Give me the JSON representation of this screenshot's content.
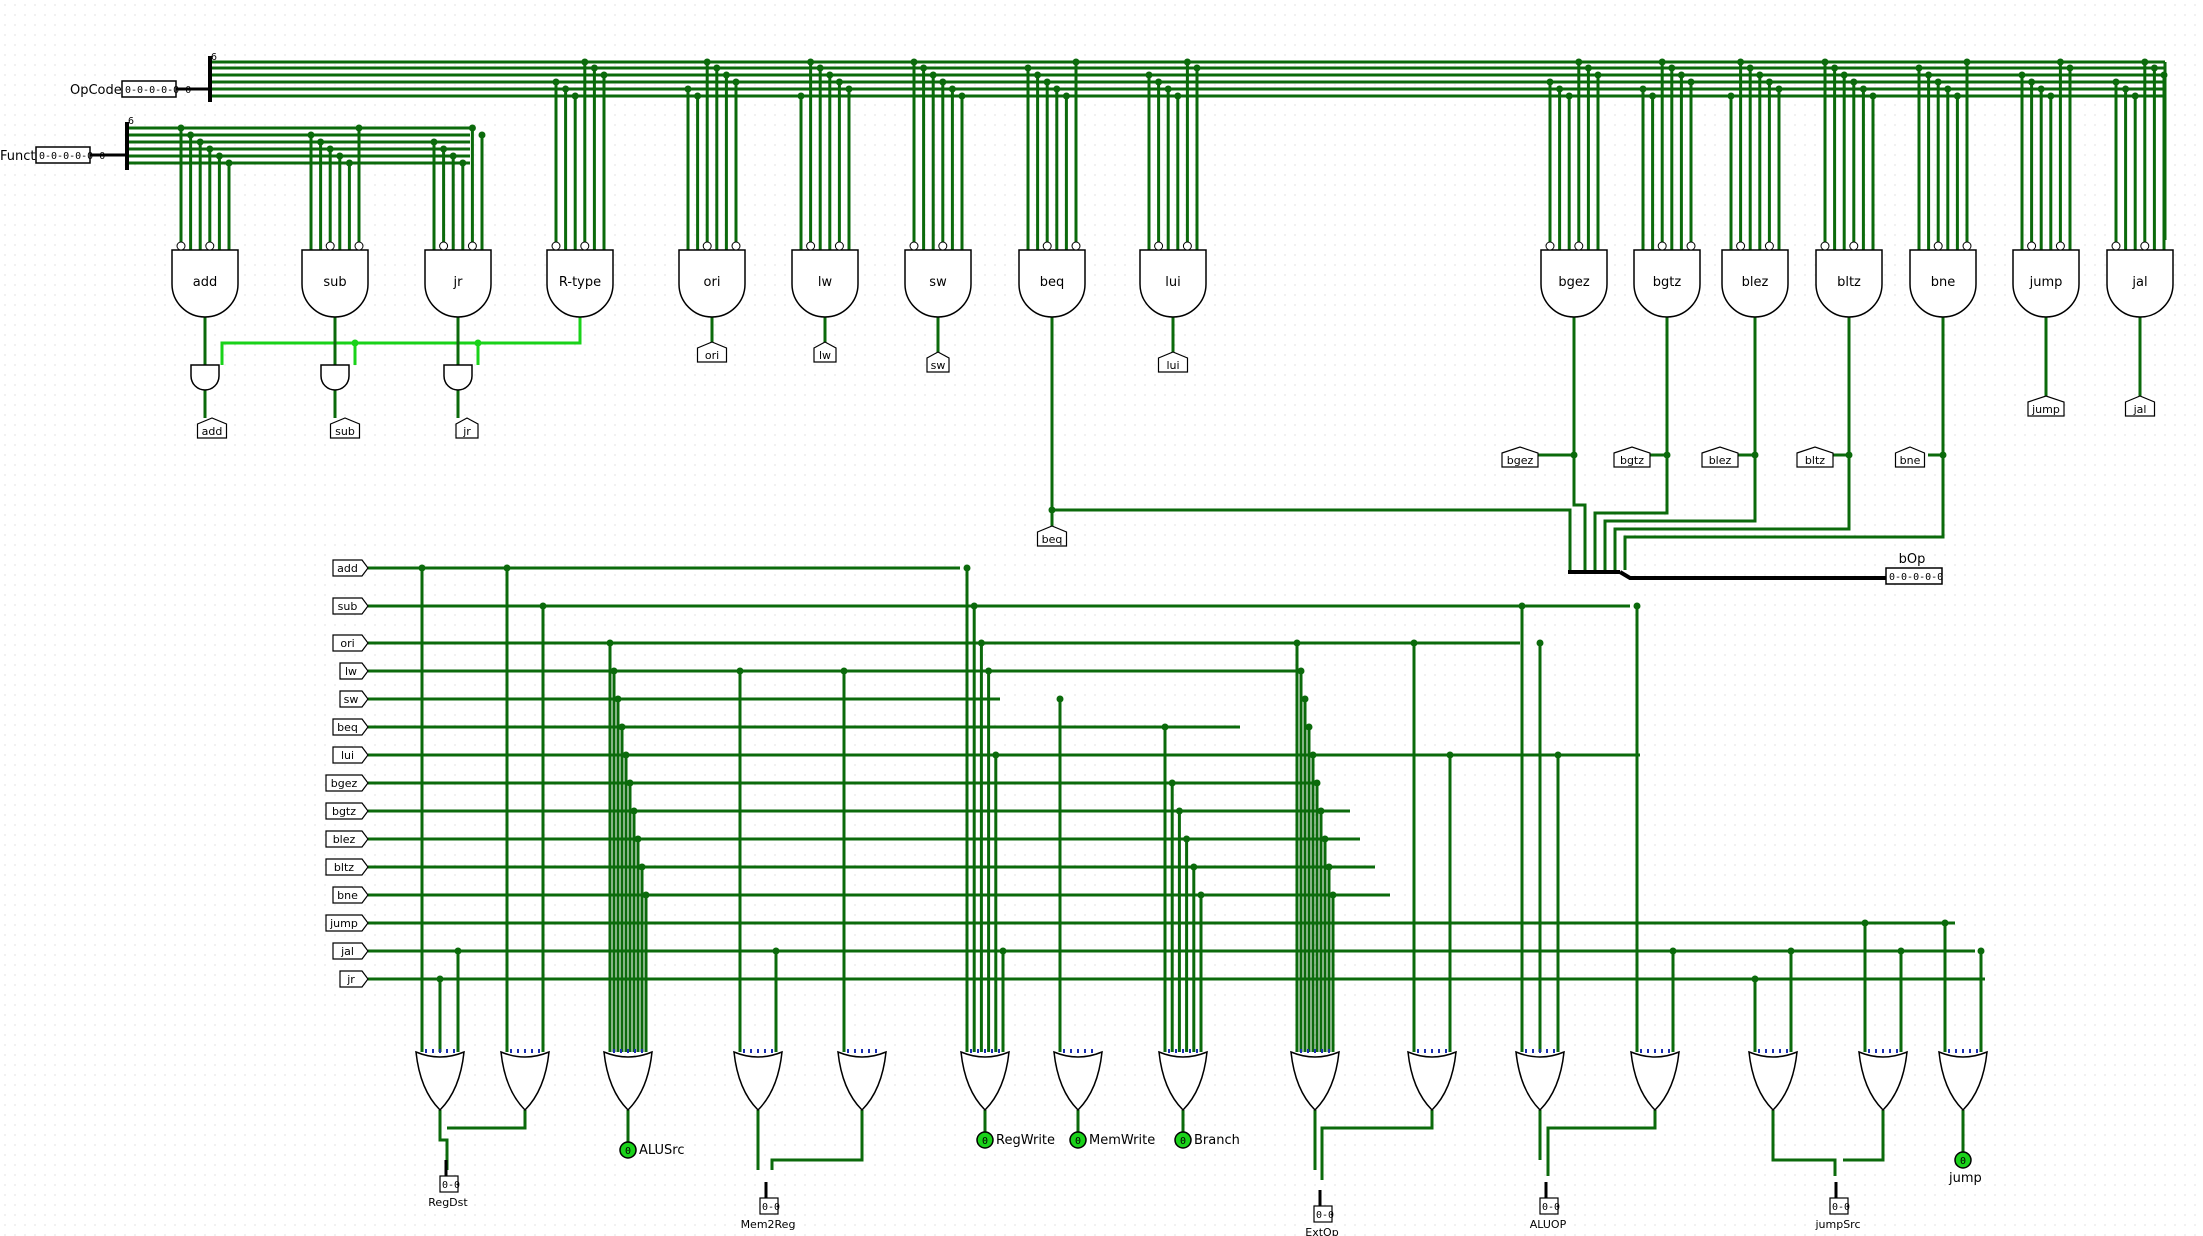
{
  "inputs": {
    "opcode": {
      "label": "OpCode",
      "value": "0-0-0-0-0-0"
    },
    "funct": {
      "label": "Funct",
      "value": "0-0-0-0-0-0"
    }
  },
  "bus_width_tag": "6",
  "decoder_gates": [
    "add",
    "sub",
    "jr",
    "R-type",
    "ori",
    "lw",
    "sw",
    "beq",
    "lui",
    "bgez",
    "bgtz",
    "blez",
    "bltz",
    "bne",
    "jump",
    "jal"
  ],
  "tunnels_decoder": [
    "add",
    "sub",
    "jr",
    "ori",
    "lw",
    "sw",
    "beq",
    "lui",
    "jump",
    "jal"
  ],
  "branch_tunnels": [
    "bgez",
    "bgtz",
    "blez",
    "bltz",
    "bne"
  ],
  "bop": {
    "label": "bOp",
    "value": "0-0-0-0-0"
  },
  "signal_tunnels": [
    "add",
    "sub",
    "ori",
    "lw",
    "sw",
    "beq",
    "lui",
    "bgez",
    "bgtz",
    "blez",
    "bltz",
    "bne",
    "jump",
    "jal",
    "jr"
  ],
  "outputs": [
    {
      "name": "RegDst",
      "value": "0-0",
      "type": "pin"
    },
    {
      "name": "ALUSrc",
      "value": "0",
      "type": "led"
    },
    {
      "name": "Mem2Reg",
      "value": "0-0",
      "type": "pin"
    },
    {
      "name": "RegWrite",
      "value": "0",
      "type": "led"
    },
    {
      "name": "MemWrite",
      "value": "0",
      "type": "led"
    },
    {
      "name": "Branch",
      "value": "0",
      "type": "led"
    },
    {
      "name": "ExtOp",
      "value": "0-0",
      "type": "pin"
    },
    {
      "name": "ALUOP",
      "value": "0-0",
      "type": "pin"
    },
    {
      "name": "jumpSrc",
      "value": "0-0",
      "type": "pin"
    },
    {
      "name": "jump",
      "value": "0",
      "type": "led"
    }
  ],
  "colors": {
    "wire": "#0b6a0b",
    "wire_active": "#19d219",
    "grid": "#c8c8c8",
    "bus": "#000000"
  }
}
